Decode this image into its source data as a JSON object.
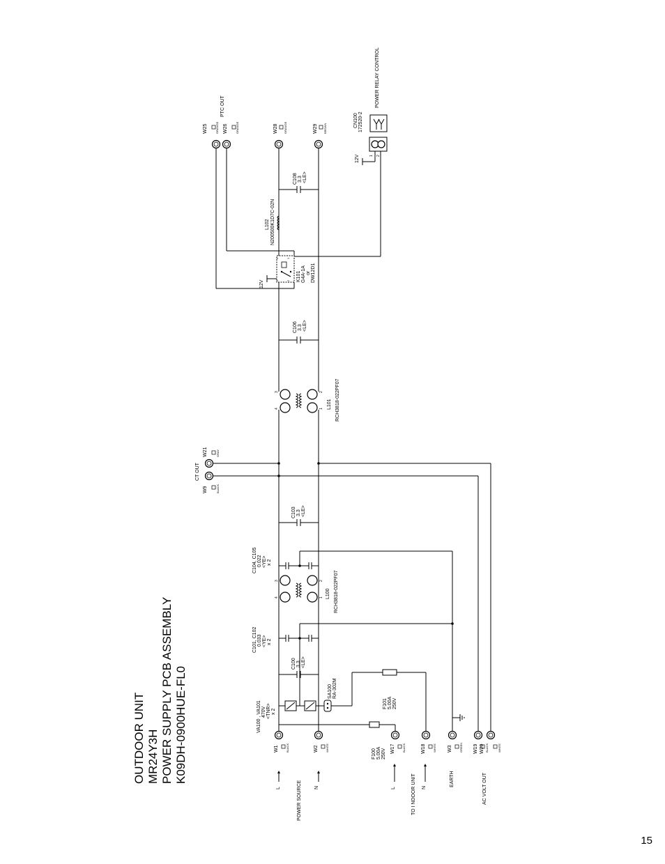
{
  "title": {
    "line1": "OUTDOOR UNIT",
    "line2": "MR24Y3H",
    "line3": "POWER SUPPLY PCB ASSEMBLY",
    "line4": "K09DH-0900HUE-FL0"
  },
  "page_number": "15",
  "inputs": {
    "power_source": "POWER SOURCE",
    "to_indoor_unit": "TO I NDOOR UNIT",
    "earth": "EARTH",
    "ac_volt_out": "AC VOLT OUT",
    "L": "L",
    "N": "N"
  },
  "terminals": {
    "W1": {
      "name": "W1",
      "color": "BLACK"
    },
    "W2": {
      "name": "W2",
      "color": "WHITE"
    },
    "W17": {
      "name": "W17",
      "color": "BLACK"
    },
    "W18": {
      "name": "W18",
      "color": "WHITE"
    },
    "W3": {
      "name": "W3",
      "color": "GREEN"
    },
    "W19": {
      "name": "W19",
      "color": "BLACK"
    },
    "W20": {
      "name": "W20",
      "color": "WHITE"
    },
    "W9": {
      "name": "W9",
      "color": "BLACK"
    },
    "W21": {
      "name": "W21",
      "color": "GRAY"
    },
    "W25": {
      "name": "W25",
      "color": "ORANGE"
    },
    "W26": {
      "name": "W26",
      "color": "ORANGE"
    },
    "W28": {
      "name": "W28",
      "color": "ORANGE"
    },
    "W29": {
      "name": "W29",
      "color": "BROWN"
    }
  },
  "components": {
    "F100": [
      "F100",
      "5.00A",
      "250V"
    ],
    "F101": [
      "F101",
      "5.00A",
      "250V"
    ],
    "VA100": [
      "VA100 , VA101",
      "470V",
      "<TNR>",
      "x 2"
    ],
    "SA100": [
      "SA100",
      "RA-302M"
    ],
    "C100": [
      "C100",
      "3.3",
      "<LE>"
    ],
    "C101": [
      "C101, C102",
      "0.033",
      "<YE>",
      "x 2"
    ],
    "C104": [
      "C104, C105",
      "0.022",
      "<YE>",
      "x 2"
    ],
    "L100": [
      "L100",
      "RCH3818-022PF07"
    ],
    "C103": [
      "C103",
      "3.3",
      "<LE>"
    ],
    "L101": [
      "L101",
      "RCH3818-022PF07"
    ],
    "C106": [
      "C106",
      "3.3",
      "<LE>"
    ],
    "K101": [
      "K101",
      "G4A-1A",
      "or",
      "DW12D1"
    ],
    "L102": [
      "L102",
      "N200500K1D7C-02N"
    ],
    "C108": [
      "C108",
      "3.3",
      "<LE>"
    ],
    "CN100": [
      "CN100",
      "172520-2"
    ]
  },
  "labels": {
    "ct_out": "CT OUT",
    "ptc_out": "PTC OUT",
    "power_relay_control": "POWER RELAY CONTROL",
    "v12": "12V",
    "pin1": "1",
    "pin2": "2",
    "pin3": "3",
    "pin4": "4"
  }
}
